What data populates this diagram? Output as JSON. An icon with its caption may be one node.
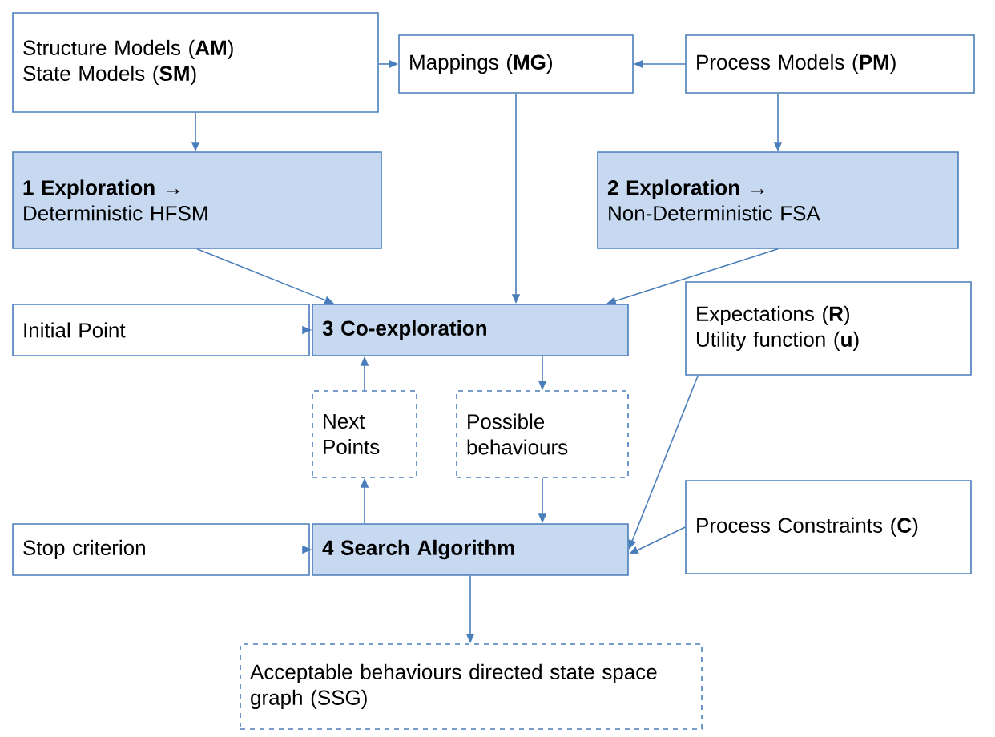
{
  "diagram": {
    "nodes": [
      {
        "text": [
          "Structure Models (**AM**)",
          "State Models (**SM**)"
        ]
      },
      {
        "text": [
          "Mappings (**MG**)"
        ]
      },
      {
        "text": [
          "Process Models (**PM**)"
        ]
      },
      {
        "text": [
          "1 Exploration →",
          "Deterministic HFSM"
        ]
      },
      {
        "text": [
          "2 Exploration →",
          "Non-Deterministic FSA"
        ]
      },
      {
        "text": [
          "Initial Point"
        ]
      },
      {
        "text": [
          "3 Co-exploration"
        ]
      },
      {
        "text": [
          "Next Points"
        ]
      },
      {
        "text": [
          "Possible behaviours"
        ]
      },
      {
        "text": [
          "Expectations (**R**)",
          "Utility function (**u**)"
        ]
      },
      {
        "text": [
          "Process Constraints (**C**)"
        ]
      },
      {
        "text": [
          "Stop criterion"
        ]
      },
      {
        "text": [
          "4 Search Algorithm"
        ]
      },
      {
        "text": [
          "Acceptable behaviours directed state space graph (SSG)"
        ]
      }
    ],
    "edges": [
      {
        "from": 0,
        "to": 1,
        "arrow": "to"
      },
      {
        "from": 2,
        "to": 1,
        "arrow": "to"
      },
      {
        "from": 0,
        "to": 3,
        "arrow": "to"
      },
      {
        "from": 2,
        "to": 4,
        "arrow": "to"
      },
      {
        "from": 3,
        "to": 6,
        "arrow": "to"
      },
      {
        "from": 1,
        "to": 6,
        "arrow": "to"
      },
      {
        "from": 4,
        "to": 6,
        "arrow": "to"
      },
      {
        "from": 5,
        "to": 6,
        "arrow": "to"
      },
      {
        "from": 6,
        "to": 8,
        "arrow": "to"
      },
      {
        "from": 7,
        "to": 6,
        "arrow": "to"
      },
      {
        "from": 12,
        "to": 7,
        "arrow": "to"
      },
      {
        "from": 8,
        "to": 12,
        "arrow": "to"
      },
      {
        "from": 9,
        "to": 12,
        "arrow": "to"
      },
      {
        "from": 10,
        "to": 12,
        "arrow": "to"
      },
      {
        "from": 11,
        "to": 12,
        "arrow": "to"
      },
      {
        "from": 12,
        "to": 13,
        "arrow": "to"
      }
    ]
  }
}
